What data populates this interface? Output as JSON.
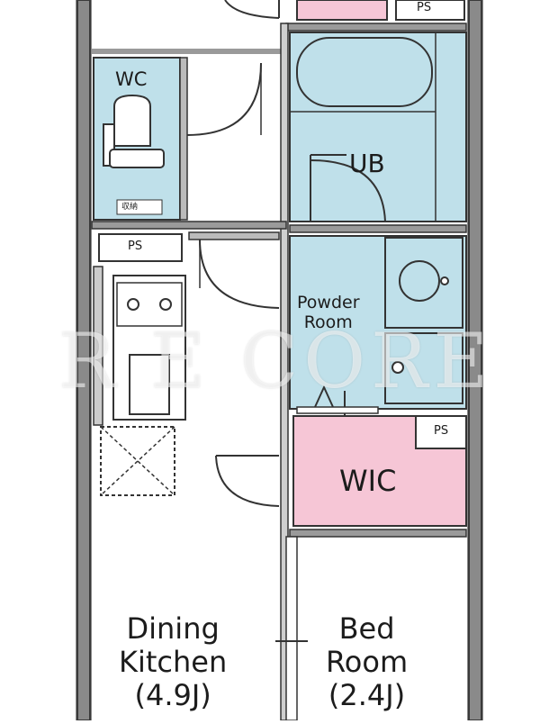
{
  "rooms": {
    "wc": "WC",
    "wc_note": "収納",
    "ub": "UB",
    "powder_room": [
      "Powder",
      "Room"
    ],
    "wic": "WIC",
    "dining_kitchen": [
      "Dining",
      "Kitchen",
      "(4.9J)"
    ],
    "bed_room": [
      "Bed",
      "Room",
      "(2.4J)"
    ]
  },
  "pipe_spaces": {
    "top": "PS",
    "left": "PS",
    "right": "PS"
  },
  "watermark": "R E CORE",
  "colors": {
    "wet_area": "#bfe0ea",
    "closet": "#f6c6d6",
    "wall": "#8a8a8a",
    "wall_dark": "#3a3a3a"
  }
}
